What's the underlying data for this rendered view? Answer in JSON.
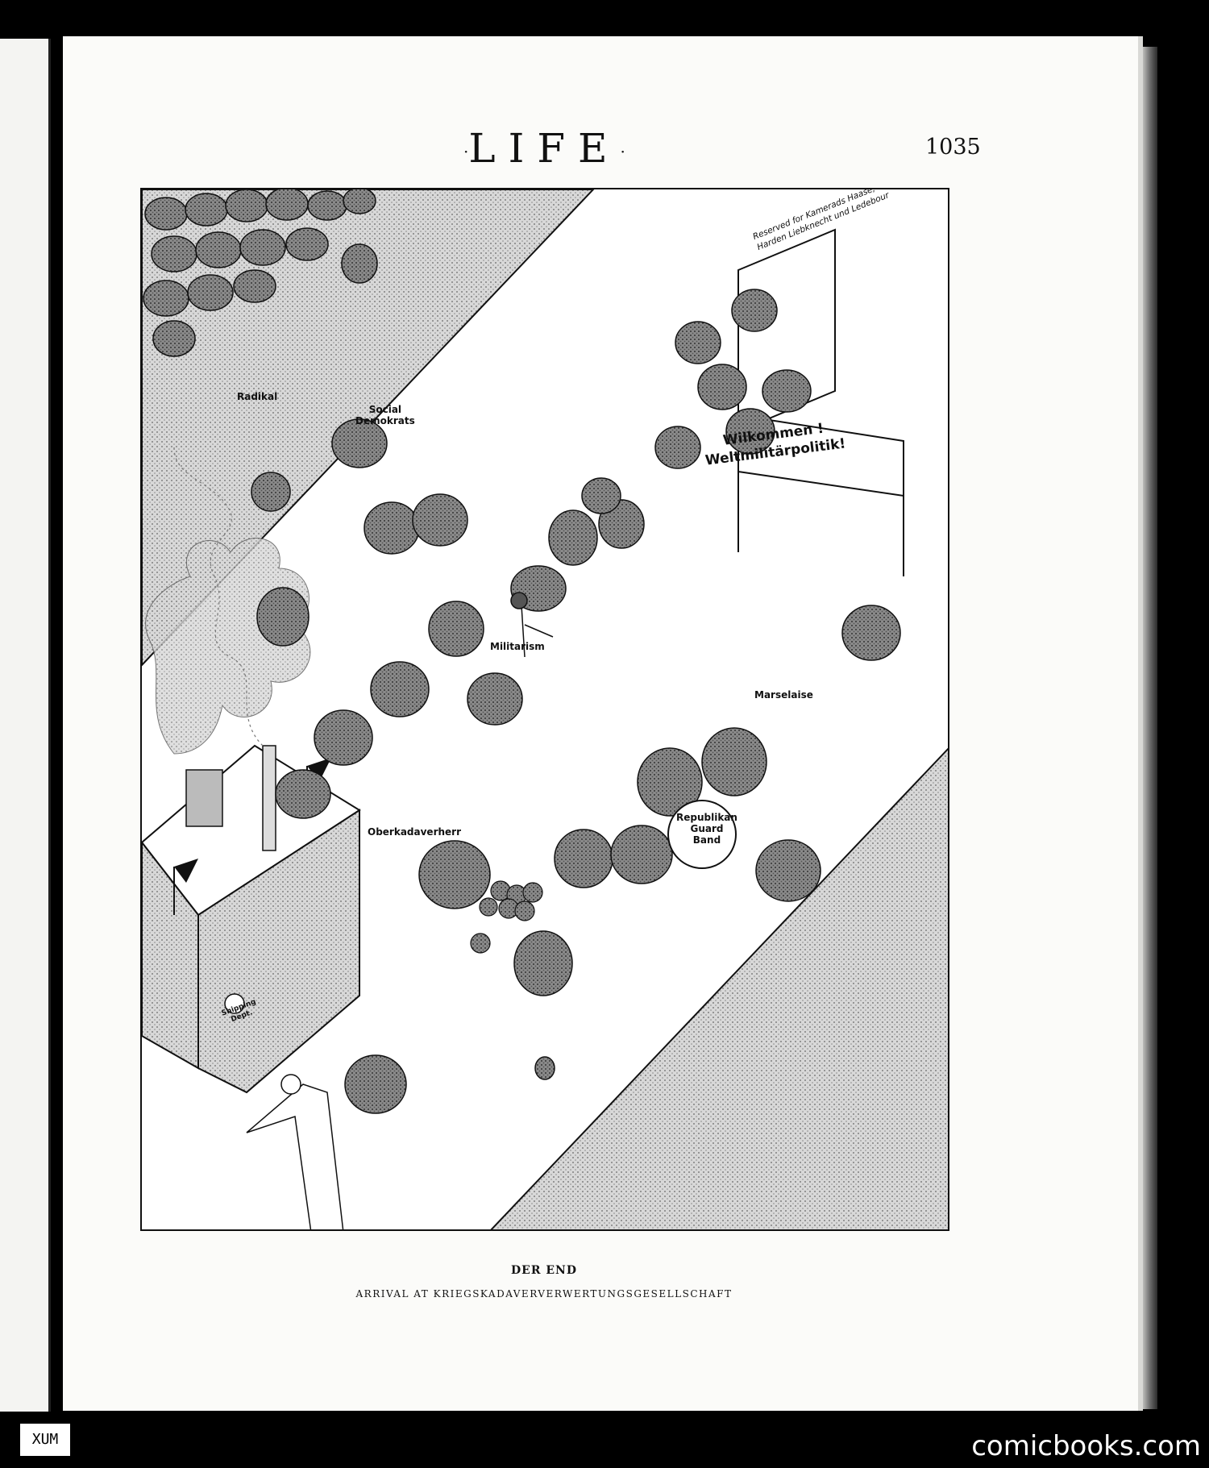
{
  "magazine": {
    "title": "LIFE",
    "dot": "·",
    "page_number": "1035"
  },
  "cartoon": {
    "labels": {
      "radikal": "Radikal",
      "social_demokrats": "Social\nDemokrats",
      "militarism": "Militarism",
      "marseillaise": "Marselaise",
      "oberkadaverherr": "Oberkadaverherr",
      "guard_band": "Republikan\nGuard\nBand",
      "shipping_dept": "Shipping\nDept."
    },
    "banner": "Wilkommen !\nWeltmilitärpolitik!",
    "reserved_sign": "Reserved for Kamerads Haase,\nHarden Liebknecht und Ledebour"
  },
  "caption": {
    "title": "DER END",
    "subtitle": "ARRIVAL AT KRIEGSKADAVERVERWERTUNGSGESELLSCHAFT"
  },
  "scan": {
    "stamp": "XUM",
    "watermark": "comicbooks.com"
  }
}
